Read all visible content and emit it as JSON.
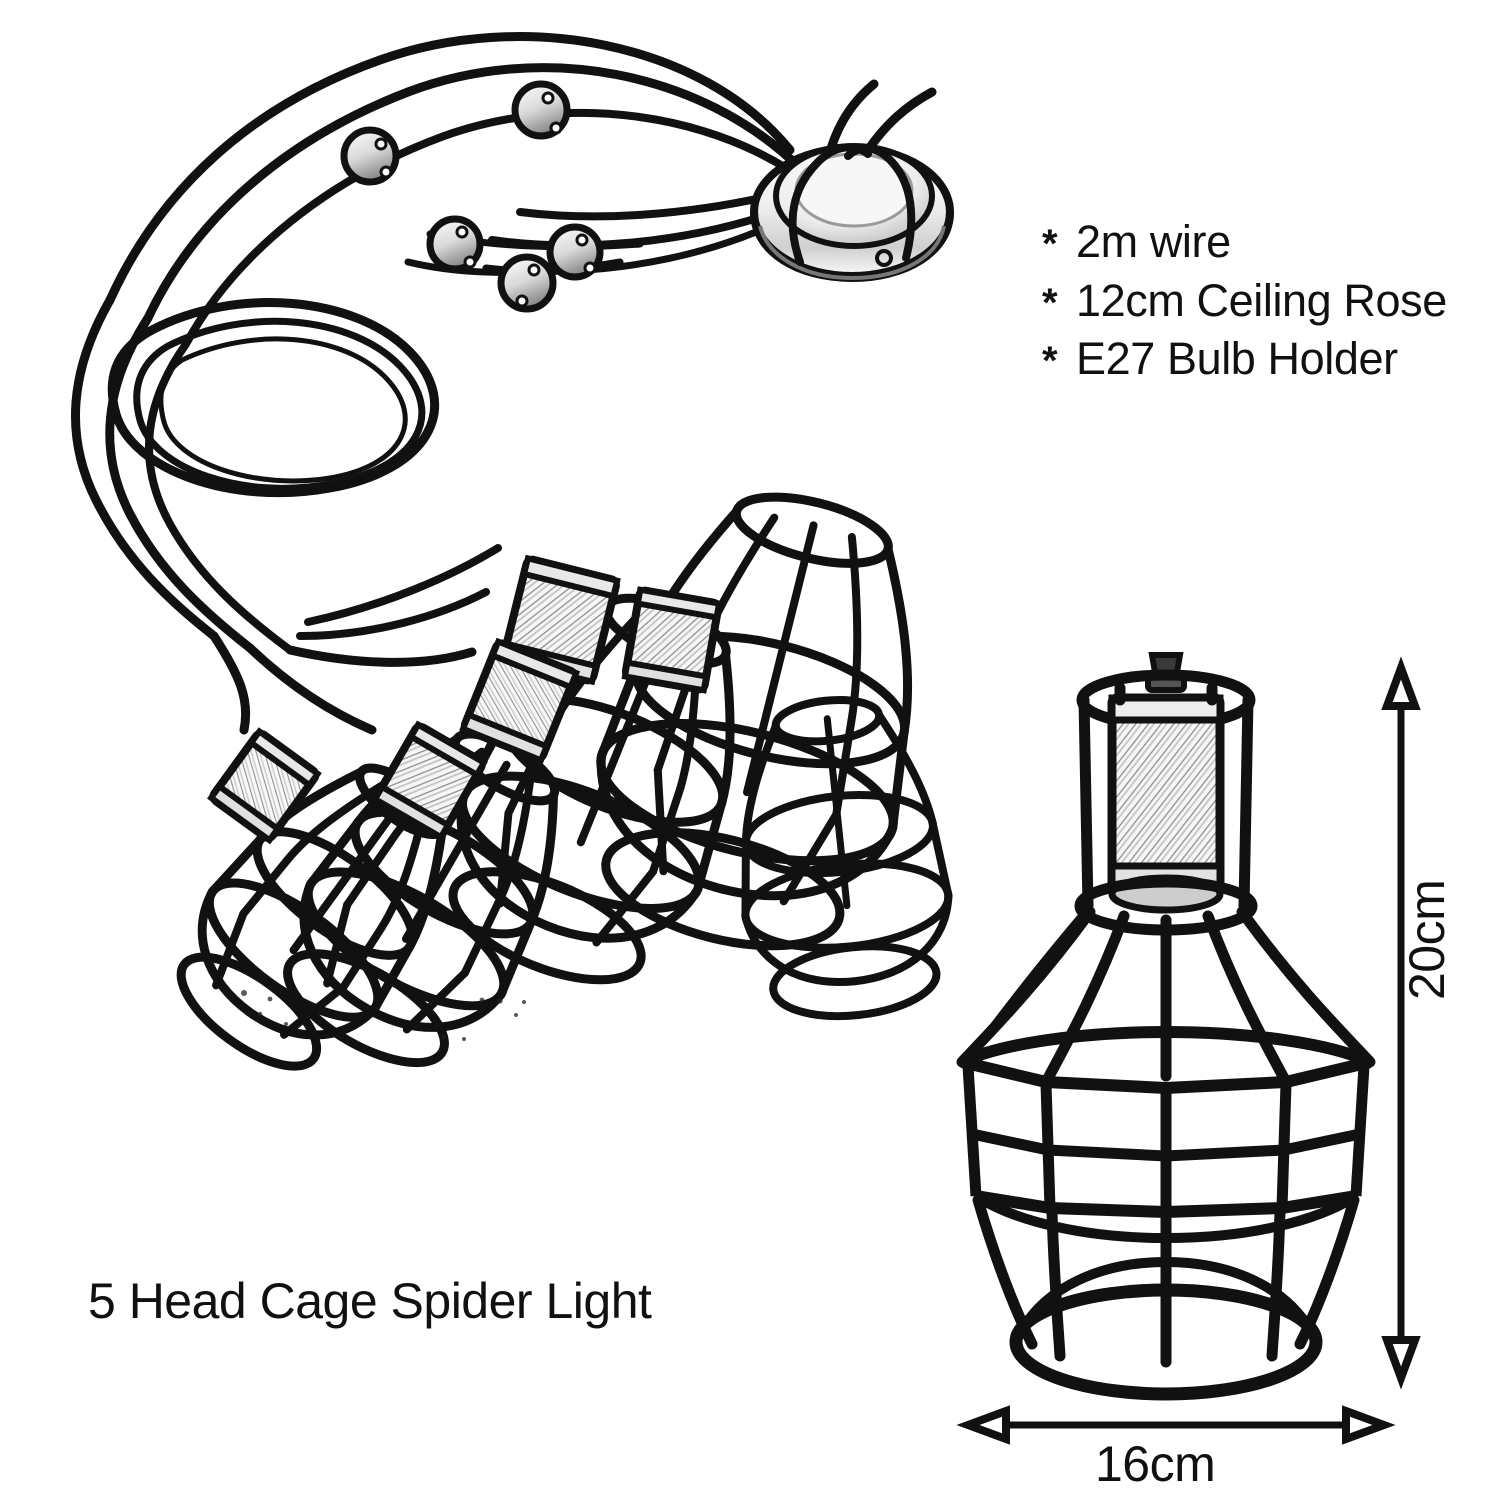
{
  "product": {
    "title": "5 Head Cage Spider Light",
    "features": [
      {
        "bullet": "*",
        "text": "2m wire"
      },
      {
        "bullet": "*",
        "text": "12cm Ceiling Rose"
      },
      {
        "bullet": "*",
        "text": "E27 Bulb Holder"
      }
    ]
  },
  "dimensions": {
    "height_label": "20cm",
    "width_label": "16cm"
  },
  "icons": {
    "ceiling_rose": "ceiling-rose-icon",
    "cable_clip": "cable-clip-icon",
    "cage_shade": "cage-shade-icon",
    "bulb_holder": "bulb-holder-icon",
    "arrow_up": "arrow-up-icon",
    "arrow_down": "arrow-down-icon",
    "arrow_left": "arrow-left-icon",
    "arrow_right": "arrow-right-icon"
  },
  "colors": {
    "background": "#ffffff",
    "line": "#111111",
    "metal_light": "#f2f2f2",
    "metal_mid": "#bdbdbd",
    "metal_dark": "#6e6e6e"
  }
}
